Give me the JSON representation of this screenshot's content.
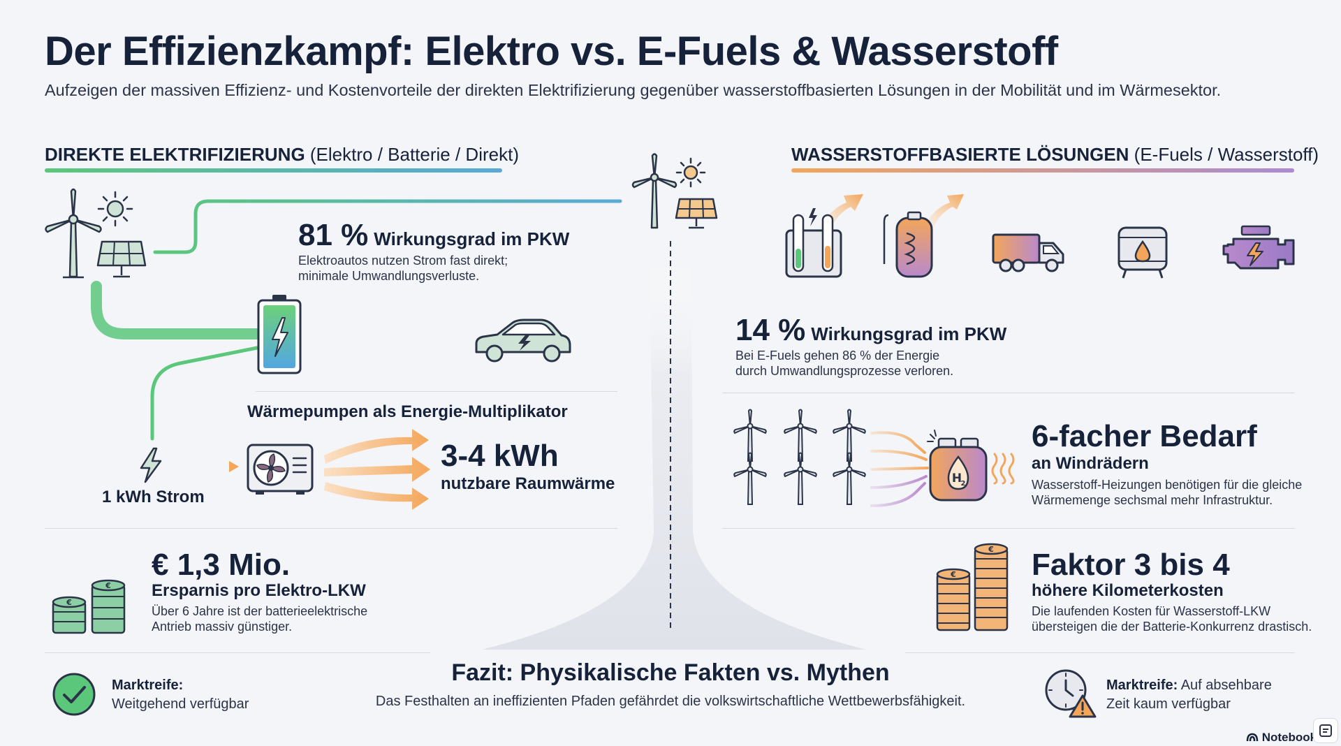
{
  "header": {
    "title": "Der Effizienzkampf: Elektro vs. E-Fuels & Wasserstoff",
    "subtitle": "Aufzeigen der massiven Effizienz- und Kostenvorteile der direkten Elektrifizierung gegenüber wasserstoffbasierten Lösungen in der Mobilität und im Wärmesektor."
  },
  "left": {
    "heading_bold": "DIREKTE ELEKTRIFIZIERUNG",
    "heading_rest": " (Elektro / Batterie / Direkt)",
    "pkw": {
      "value": "81 %",
      "label": "Wirkungsgrad im PKW",
      "desc_line1": "Elektroautos nutzen Strom fast direkt;",
      "desc_line2": "minimale Umwandlungsverluste."
    },
    "heat": {
      "heading": "Wärmepumpen als Energie-Multiplikator",
      "input": "1 kWh Strom",
      "output_value": "3-4 kWh",
      "output_label": "nutzbare Raumwärme"
    },
    "truck": {
      "value": "€ 1,3 Mio.",
      "label": "Ersparnis pro Elektro-LKW",
      "desc_line1": "Über 6 Jahre ist der batterieelektrische",
      "desc_line2": "Antrieb massiv günstiger."
    },
    "market": {
      "label": "Marktreife:",
      "value": "Weitgehend verfügbar"
    }
  },
  "right": {
    "heading_bold": "WASSERSTOFFBASIERTE LÖSUNGEN",
    "heading_rest": " (E-Fuels / Wasserstoff)",
    "pkw": {
      "value": "14 %",
      "label": "Wirkungsgrad im PKW",
      "desc_line1": "Bei E-Fuels gehen 86 % der Energie",
      "desc_line2": "durch Umwandlungsprozesse verloren."
    },
    "heat": {
      "value": "6-facher Bedarf",
      "label": "an Windrädern",
      "desc_line1": "Wasserstoff-Heizungen benötigen für die gleiche",
      "desc_line2": "Wärmemenge sechsmal mehr Infrastruktur.",
      "h2_symbol": "H",
      "h2_sub": "2"
    },
    "truck": {
      "value": "Faktor 3 bis 4",
      "label": "höhere Kilometerkosten",
      "desc_line1": "Die laufenden Kosten für Wasserstoff-LKW",
      "desc_line2": "übersteigen die der Batterie-Konkurrenz drastisch."
    },
    "market": {
      "label": "Marktreife:",
      "value_line1": " Auf absehbare",
      "value_line2": "Zeit kaum verfügbar"
    }
  },
  "fazit": {
    "title": "Fazit: Physikalische Fakten vs. Mythen",
    "text": "Das Festhalten an ineffizienten Pfaden gefährdet die volkswirtschaftliche Wettbewerbsfähigkeit."
  },
  "brand": "NotebookLM",
  "icons": {
    "wind": "wind-turbine-icon",
    "solar": "solar-panel-icon",
    "sun": "sun-icon",
    "battery": "battery-icon",
    "car": "electric-car-icon",
    "heat_pump": "heat-pump-icon",
    "bolt": "lightning-bolt-icon",
    "coins": "euro-coins-icon",
    "check": "check-circle-icon",
    "electrolyzer": "electrolyzer-icon",
    "tank": "hydrogen-tank-icon",
    "truck": "truck-icon",
    "fuel_tank": "fuel-tank-icon",
    "engine": "engine-icon",
    "boiler": "hydrogen-boiler-icon",
    "clock": "clock-warning-icon"
  },
  "colors": {
    "green": "#5bc77b",
    "blue": "#5aa9d6",
    "orange": "#f3a65a",
    "purple": "#a98bd1",
    "coin_green": "#8ccfa5",
    "coin_orange": "#f2b477",
    "text": "#16213a"
  }
}
